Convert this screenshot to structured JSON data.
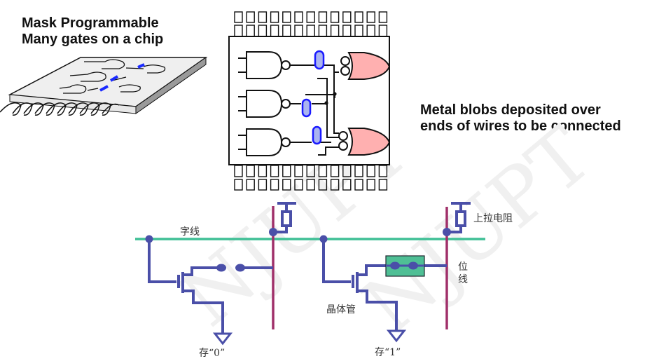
{
  "top_left_caption": {
    "line1": "Mask Programmable",
    "line2": "Many gates on a chip"
  },
  "right_caption": {
    "line1": "Metal blobs deposited over",
    "line2": "ends of wires to be connected"
  },
  "rom_diagram": {
    "word_line_label": "字线",
    "bit_line_label_1": "位",
    "bit_line_label_2": "线",
    "pullup_label": "上拉电阻",
    "transistor_label": "晶体管",
    "store0_label": "存“0”",
    "store1_label": "存“1”",
    "watermark": "NJUPT"
  },
  "colors": {
    "word_line": "#3fbf95",
    "bit_line": "#a0306a",
    "wire": "#4a4fa8",
    "blob_fill": "#aab4f0",
    "blob_stroke": "#1a1aff",
    "or_gate_fill": "#ffb0b0",
    "fuse_box": "#4fbf95"
  }
}
